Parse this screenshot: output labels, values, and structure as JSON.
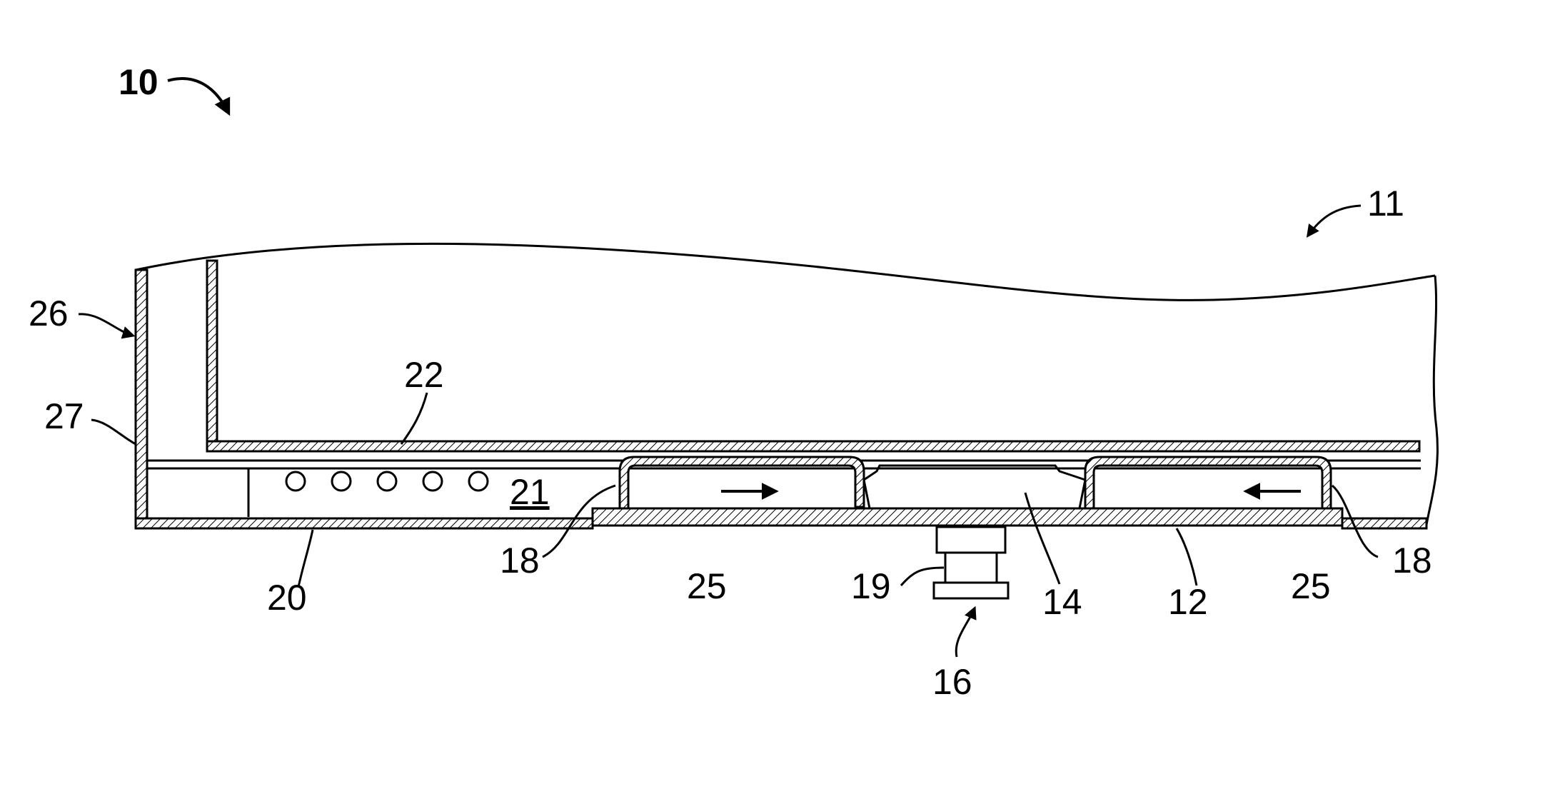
{
  "figure": {
    "reference_numerals": {
      "assembly": "10",
      "housing": "11",
      "base_plate": "12",
      "center_portion": "14",
      "fastener_assembly": "16",
      "side_walls_left": "18",
      "side_walls_right": "18",
      "fastener": "19",
      "bottom_wall": "20",
      "air_channel": "21",
      "top_wall": "22",
      "flow_arrow_left": "25",
      "flow_arrow_right": "25",
      "end_wall": "26",
      "corner": "27"
    }
  }
}
